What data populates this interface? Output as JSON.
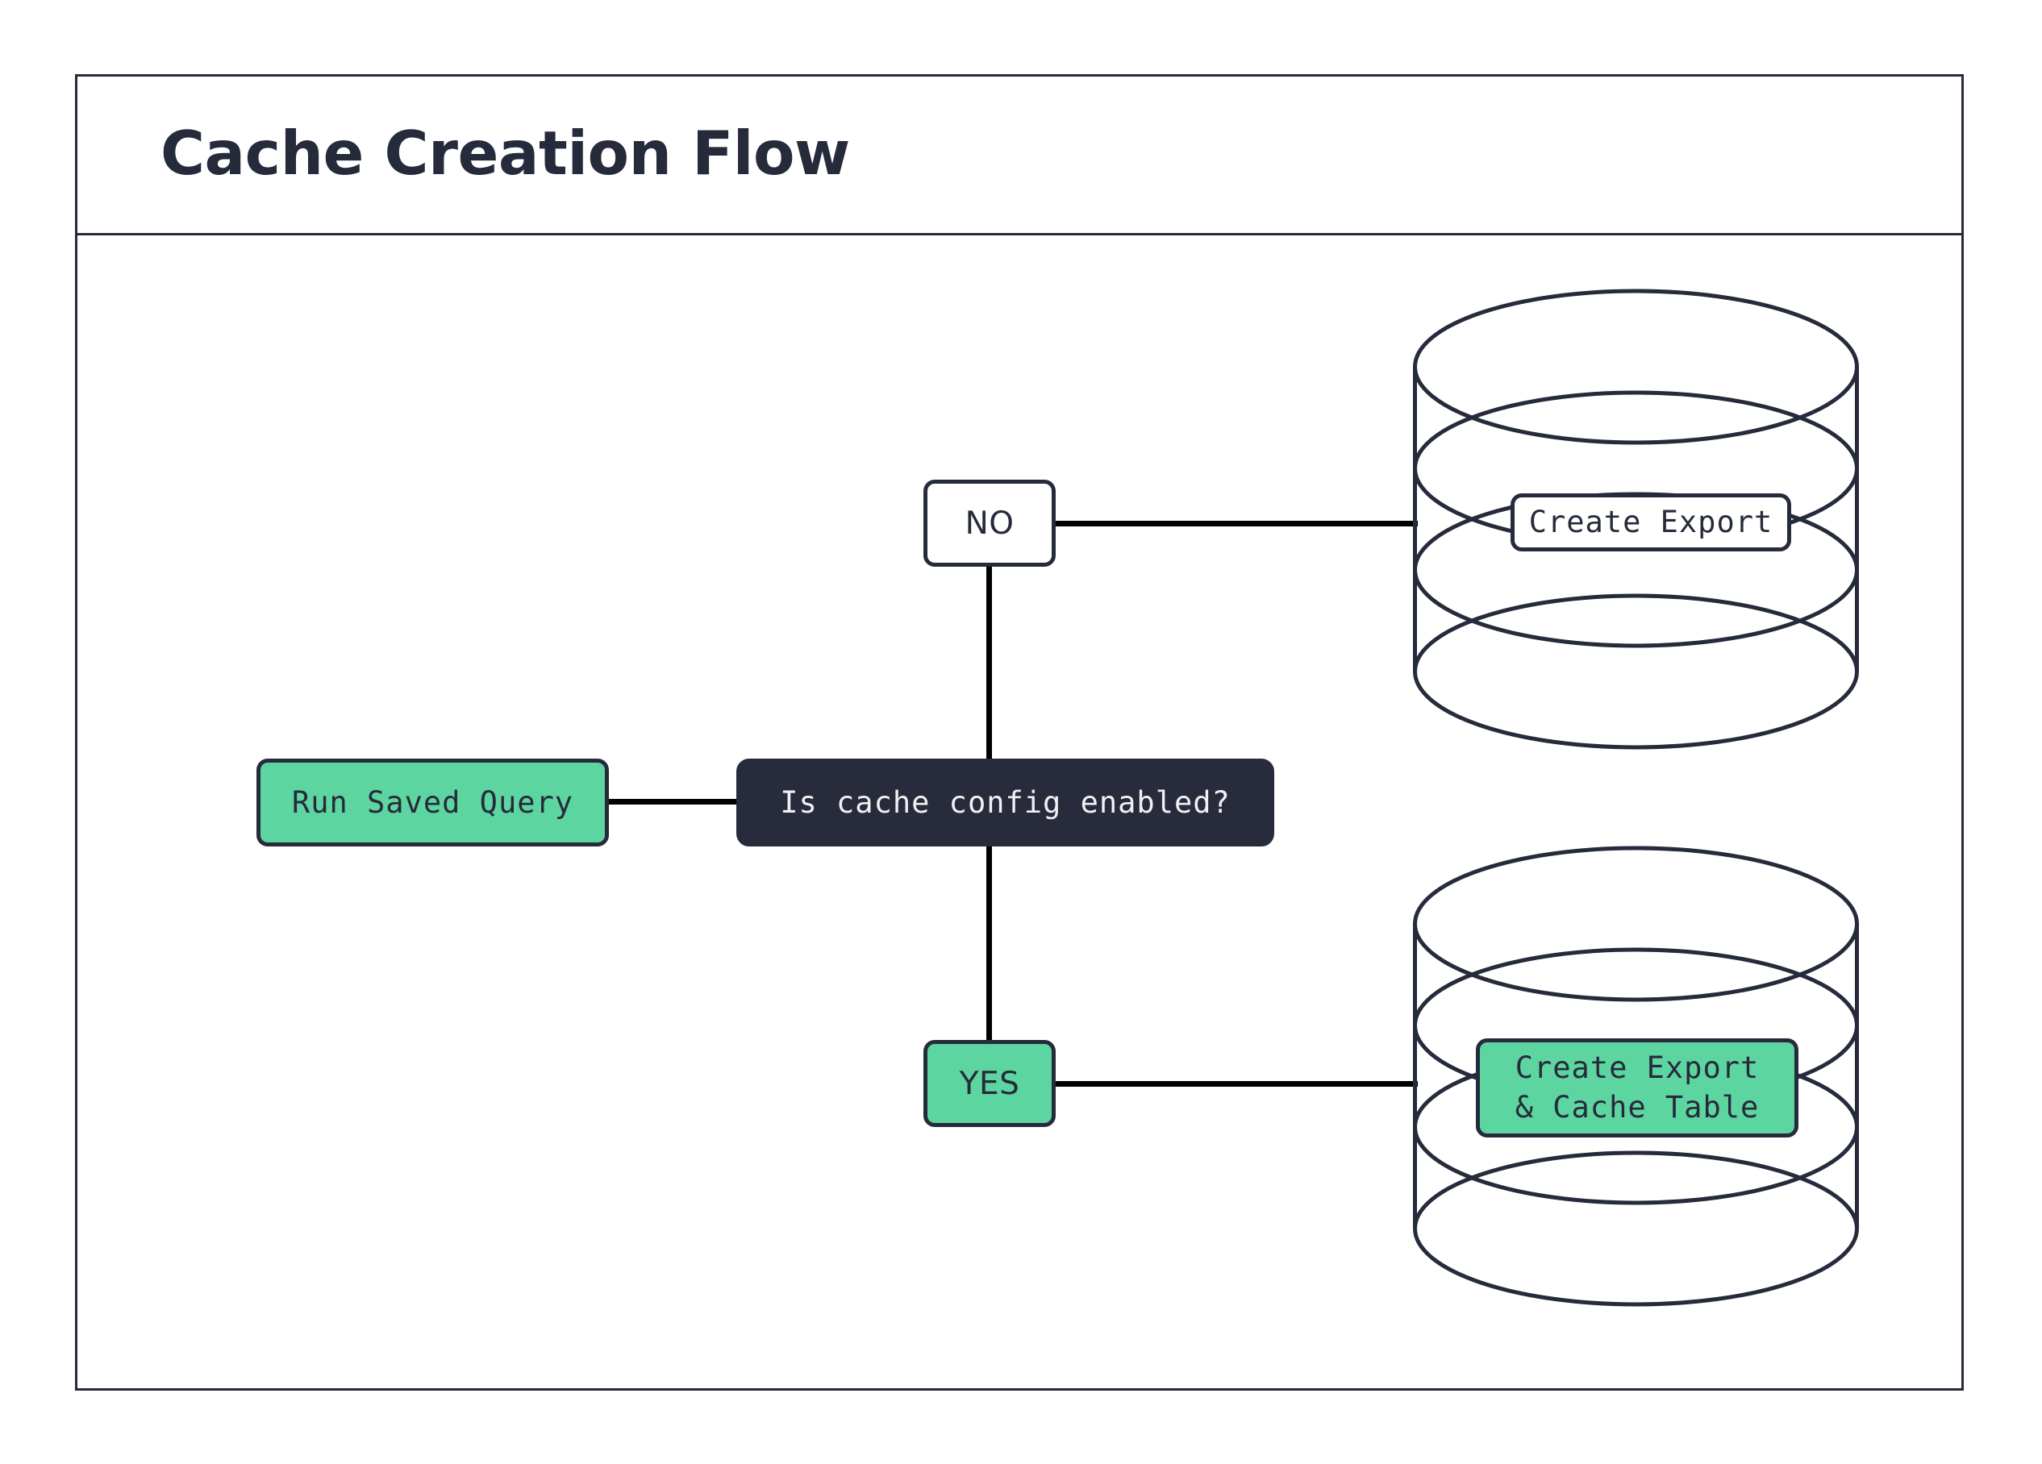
{
  "diagram": {
    "title": "Cache Creation Flow",
    "type": "flowchart",
    "nodes": [
      {
        "id": "run-saved-query",
        "label": "Run Saved Query",
        "shape": "rounded-rect",
        "fill": "#5dd5a0",
        "text_color": "#262b3b",
        "font": "mono"
      },
      {
        "id": "decision",
        "label": "Is cache config enabled?",
        "shape": "rounded-rect",
        "fill": "#272b3b",
        "text_color": "#f0f0f2",
        "font": "mono"
      },
      {
        "id": "branch-no",
        "label": "NO",
        "shape": "rounded-rect",
        "fill": "#ffffff",
        "text_color": "#262b3b",
        "font": "sans"
      },
      {
        "id": "branch-yes",
        "label": "YES",
        "shape": "rounded-rect",
        "fill": "#5dd5a0",
        "text_color": "#262b3b",
        "font": "sans"
      },
      {
        "id": "db-export",
        "label": "Create Export",
        "shape": "database-cylinder",
        "fill": "#ffffff",
        "text_color": "#262b3b",
        "font": "mono"
      },
      {
        "id": "db-export-cache",
        "label": "Create Export\n& Cache Table",
        "shape": "database-cylinder",
        "fill": "#5dd5a0",
        "text_color": "#262b3b",
        "font": "mono"
      }
    ],
    "edges": [
      {
        "from": "run-saved-query",
        "to": "decision",
        "label": ""
      },
      {
        "from": "decision",
        "to": "branch-no",
        "label": ""
      },
      {
        "from": "decision",
        "to": "branch-yes",
        "label": ""
      },
      {
        "from": "branch-no",
        "to": "db-export",
        "label": ""
      },
      {
        "from": "branch-yes",
        "to": "db-export-cache",
        "label": ""
      }
    ],
    "colors": {
      "accent_green": "#5dd5a0",
      "dark_navy": "#262b3b",
      "decision_fill": "#272b3b",
      "edge": "#000000",
      "background": "#ffffff"
    }
  }
}
